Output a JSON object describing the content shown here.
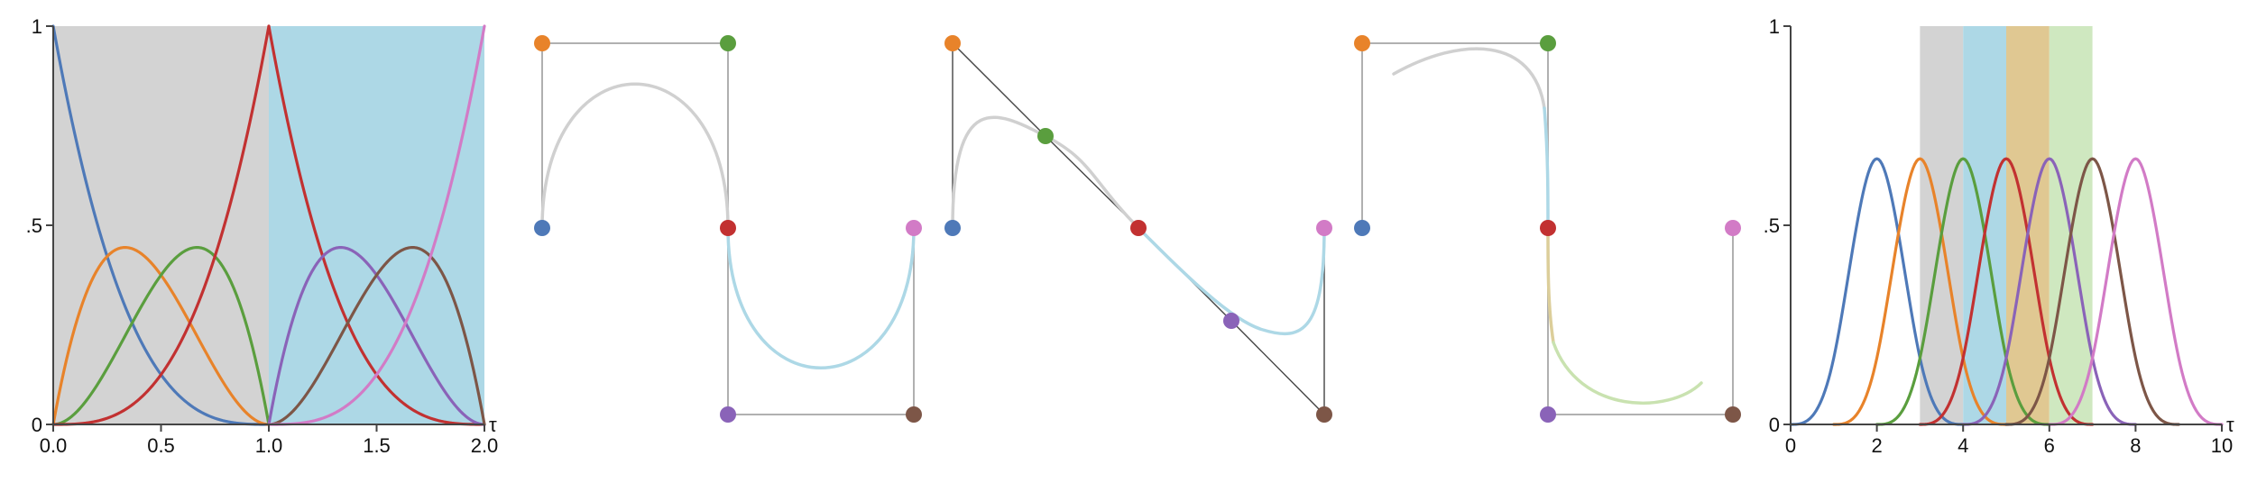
{
  "colors": {
    "blue": "#4e79b8",
    "orange": "#e8832a",
    "green": "#5a9e3e",
    "red": "#c23131",
    "purple": "#8a63b8",
    "brown": "#7d5647",
    "pink": "#d27bc6",
    "grey_band": "#d3d3d3",
    "blue_band": "#add8e6",
    "tan_band": "#e0c892",
    "lightgreen_band": "#cfe8c0",
    "seg_grey": "#d0d0d0",
    "seg_blue": "#add8e6",
    "seg_tan": "#dcce9a",
    "seg_green": "#c9e2b0"
  },
  "panel_a": {
    "axis_symbol": "τ",
    "x_ticks": [
      {
        "value": 0,
        "label": "0.0"
      },
      {
        "value": 0.5,
        "label": "0.5"
      },
      {
        "value": 1,
        "label": "1.0"
      },
      {
        "value": 1.5,
        "label": "1.5"
      },
      {
        "value": 2,
        "label": "2.0"
      }
    ],
    "y_ticks": [
      {
        "value": 0,
        "label": "0"
      },
      {
        "value": 0.5,
        "label": ".5"
      },
      {
        "value": 1,
        "label": "1"
      }
    ],
    "x_range": [
      0,
      2
    ],
    "y_range": [
      0,
      1
    ],
    "bands": [
      {
        "from": 0,
        "to": 1,
        "color": "grey_band"
      },
      {
        "from": 1,
        "to": 2,
        "color": "blue_band"
      }
    ]
  },
  "panel_b": {
    "axis_symbol": "τ",
    "x_ticks": [
      {
        "value": 0,
        "label": "0"
      },
      {
        "value": 2,
        "label": "2"
      },
      {
        "value": 4,
        "label": "4"
      },
      {
        "value": 6,
        "label": "6"
      },
      {
        "value": 8,
        "label": "8"
      },
      {
        "value": 10,
        "label": "10"
      }
    ],
    "y_ticks": [
      {
        "value": 0,
        "label": "0"
      },
      {
        "value": 0.5,
        "label": ".5"
      },
      {
        "value": 1,
        "label": "1"
      }
    ],
    "x_range": [
      0,
      10
    ],
    "y_range": [
      0,
      1
    ],
    "bands": [
      {
        "from": 3,
        "to": 4,
        "color": "grey_band"
      },
      {
        "from": 4,
        "to": 5,
        "color": "blue_band"
      },
      {
        "from": 5,
        "to": 6,
        "color": "tan_band"
      },
      {
        "from": 6,
        "to": 7,
        "color": "lightgreen_band"
      }
    ],
    "peak_height": 0.667,
    "centers": [
      2,
      3,
      4,
      5,
      6,
      7,
      8
    ]
  }
}
